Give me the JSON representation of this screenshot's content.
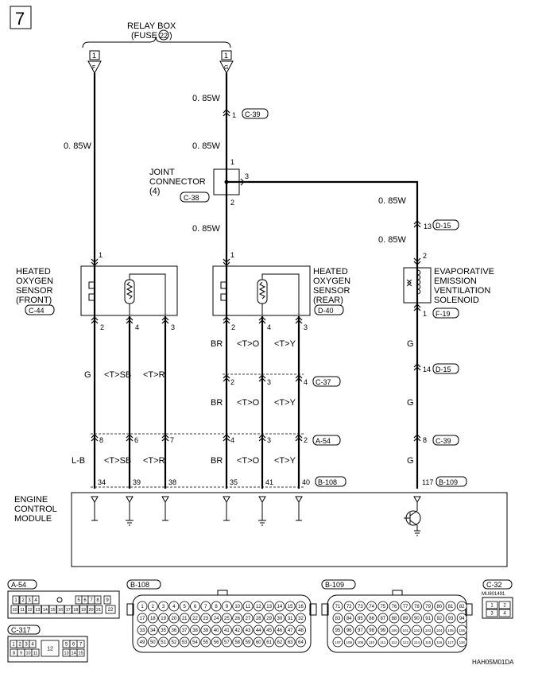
{
  "page_number": "7",
  "relay_box": {
    "title": "RELAY BOX",
    "fuse": "(FUSE",
    "fuse_num": "22",
    "fuse_close": ")"
  },
  "fuse_terminals": [
    "1",
    "1"
  ],
  "fuse_letters": [
    "F",
    "G"
  ],
  "wires": {
    "w085": "0. 85W",
    "g": "G",
    "lb": "L-B",
    "br": "BR",
    "tsb": "<T>SB",
    "tr": "<T>R",
    "to": "<T>O",
    "ty": "<T>Y"
  },
  "joint_connector": {
    "l1": "JOINT",
    "l2": "CONNECTOR",
    "l3": "(4)",
    "id": "C-38",
    "pins": [
      "1",
      "2",
      "3"
    ]
  },
  "sensor_front": {
    "l1": "HEATED",
    "l2": "OXYGEN",
    "l3": "SENSOR",
    "l4": "(FRONT)",
    "id": "C-44",
    "pins": [
      "1",
      "2",
      "4",
      "3"
    ]
  },
  "sensor_rear": {
    "l1": "HEATED",
    "l2": "OXYGEN",
    "l3": "SENSOR",
    "l4": "(REAR)",
    "id": "D-40",
    "pins": [
      "1",
      "2",
      "4",
      "3"
    ]
  },
  "evap": {
    "l1": "EVAPORATIVE",
    "l2": "EMISSION",
    "l3": "VENTILATION",
    "l4": "SOLENOID",
    "pin_top": "2",
    "pin_bot": "1",
    "id": "F-19"
  },
  "connectors": {
    "c39": "C-39",
    "d15": "D-15",
    "c37": "C-37",
    "a54": "A-54",
    "b108": "B-108",
    "b109": "B-109",
    "c317": "C-317",
    "c32": "C-32"
  },
  "pin_labels": {
    "c39_top": "1",
    "d15_top": "13",
    "d15_mid": "14",
    "c39_bot": "8",
    "c37": [
      "2",
      "3",
      "4"
    ],
    "a54": [
      "8",
      "6",
      "7",
      "4",
      "3",
      "2"
    ],
    "b108": [
      "34",
      "39",
      "38",
      "35",
      "41",
      "40"
    ],
    "b109": "117"
  },
  "ecm": {
    "l1": "ENGINE",
    "l2": "CONTROL",
    "l3": "MODULE"
  },
  "c32_part": "MU801491",
  "a54_pins": [
    "1",
    "2",
    "3",
    "4",
    "5",
    "6",
    "7",
    "8",
    "9",
    "10",
    "11",
    "12",
    "13",
    "14",
    "15",
    "16",
    "17",
    "18",
    "19",
    "20",
    "21",
    "22"
  ],
  "c317_pins": [
    "1",
    "2",
    "3",
    "4",
    "5",
    "6",
    "7",
    "8",
    "9",
    "10",
    "11",
    "12",
    "13",
    "14",
    "15"
  ],
  "c32_pins": [
    "1",
    "2",
    "3",
    "4"
  ],
  "b108_rows": [
    [
      "1",
      "2",
      "3",
      "4",
      "5",
      "6",
      "7",
      "8",
      "9",
      "10",
      "11",
      "12",
      "13",
      "14",
      "15",
      "16"
    ],
    [
      "17",
      "18",
      "19",
      "20",
      "21",
      "22",
      "23",
      "24",
      "25",
      "26",
      "27",
      "28",
      "29",
      "30",
      "31",
      "32"
    ],
    [
      "33",
      "34",
      "35",
      "36",
      "37",
      "38",
      "39",
      "40",
      "41",
      "42",
      "43",
      "44",
      "45",
      "46",
      "47",
      "48"
    ],
    [
      "49",
      "50",
      "51",
      "52",
      "53",
      "54",
      "55",
      "56",
      "57",
      "58",
      "59",
      "60",
      "61",
      "62",
      "63",
      "64"
    ]
  ],
  "b109_rows": [
    [
      "71",
      "72",
      "73",
      "74",
      "75",
      "76",
      "77",
      "78",
      "79",
      "80",
      "81",
      "82"
    ],
    [
      "83",
      "84",
      "85",
      "86",
      "87",
      "88",
      "89",
      "90",
      "91",
      "92",
      "93",
      "94"
    ],
    [
      "95",
      "96",
      "97",
      "98",
      "99",
      "100",
      "101",
      "102",
      "103",
      "104",
      "105",
      "106"
    ],
    [
      "107",
      "108",
      "109",
      "110",
      "111",
      "112",
      "113",
      "114",
      "115",
      "116",
      "117",
      "118"
    ]
  ],
  "figure_code": "HAH05M01DA"
}
